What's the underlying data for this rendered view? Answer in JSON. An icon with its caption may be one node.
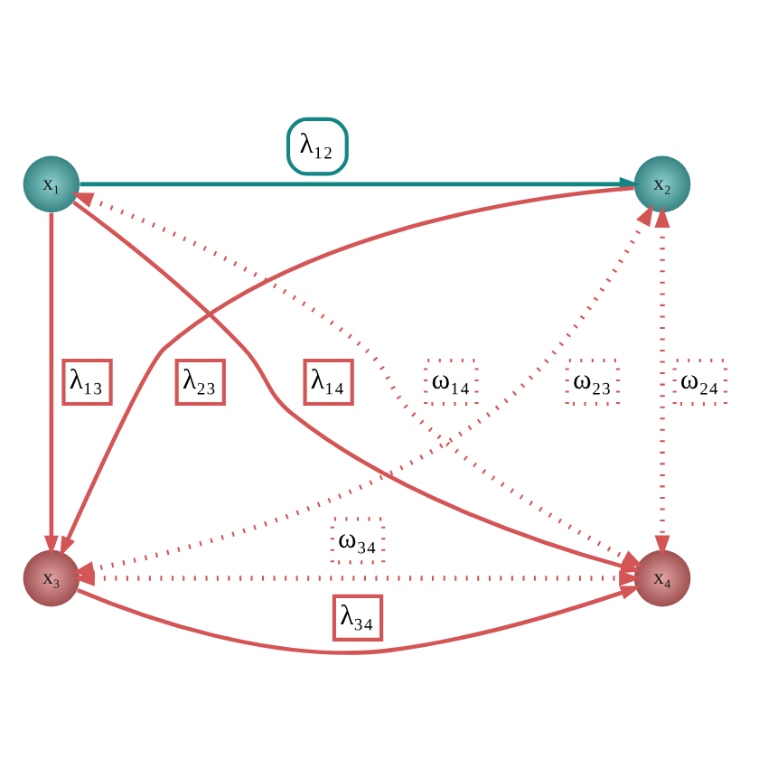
{
  "diagram": {
    "nodes": [
      {
        "text": [
          "x₁"
        ]
      },
      {
        "text": [
          "x₂"
        ]
      },
      {
        "text": [
          "x₃"
        ]
      },
      {
        "text": [
          "x₄"
        ]
      }
    ],
    "edges": [
      {
        "from": 0,
        "to": 1,
        "arrow": "to",
        "label": "λ₁₂",
        "color": "#138585"
      },
      {
        "from": 0,
        "to": 2,
        "arrow": "to",
        "label": "λ₁₃"
      },
      {
        "from": 0,
        "to": 3,
        "arrow": "to",
        "label": "λ₁₄"
      },
      {
        "from": 1,
        "to": 2,
        "arrow": "to",
        "label": "λ₂₃"
      },
      {
        "from": 2,
        "to": 3,
        "arrow": "to",
        "label": "λ₃₄"
      },
      {
        "from": 0,
        "to": 3,
        "arrow": "both",
        "label": "ω₁₄",
        "style": "dashed"
      },
      {
        "from": 1,
        "to": 2,
        "arrow": "both",
        "label": "ω₂₃",
        "style": "dashed"
      },
      {
        "from": 1,
        "to": 3,
        "arrow": "both",
        "label": "ω₂₄",
        "style": "dashed"
      },
      {
        "from": 2,
        "to": 3,
        "arrow": "both",
        "label": "ω₃₄",
        "style": "dashed"
      }
    ]
  }
}
